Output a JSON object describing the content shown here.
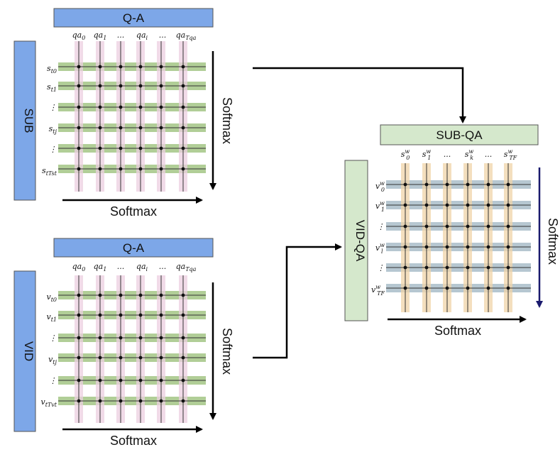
{
  "top_panel": {
    "header": "Q-A",
    "side": "SUB",
    "col_labels": [
      {
        "base": "qa",
        "sub": "0"
      },
      {
        "base": "qa",
        "sub": "1"
      },
      {
        "base": "...",
        "sub": ""
      },
      {
        "base": "qa",
        "sub": "i"
      },
      {
        "base": "...",
        "sub": ""
      },
      {
        "base": "qa",
        "sub": "Tqa"
      }
    ],
    "row_labels": [
      {
        "base": "s",
        "sub": "t0"
      },
      {
        "base": "s",
        "sub": "t1"
      },
      {
        "base": "⋮",
        "sub": ""
      },
      {
        "base": "s",
        "sub": "tj"
      },
      {
        "base": "⋮",
        "sub": ""
      },
      {
        "base": "s",
        "sub": "tTst"
      }
    ],
    "softmax_right": "Softmax",
    "softmax_bottom": "Softmax"
  },
  "bottom_panel": {
    "header": "Q-A",
    "side": "VID",
    "col_labels": [
      {
        "base": "qa",
        "sub": "0"
      },
      {
        "base": "qa",
        "sub": "1"
      },
      {
        "base": "...",
        "sub": ""
      },
      {
        "base": "qa",
        "sub": "i"
      },
      {
        "base": "...",
        "sub": ""
      },
      {
        "base": "qa",
        "sub": "Tqa"
      }
    ],
    "row_labels": [
      {
        "base": "v",
        "sub": "t0"
      },
      {
        "base": "v",
        "sub": "t1"
      },
      {
        "base": "⋮",
        "sub": ""
      },
      {
        "base": "v",
        "sub": "tj"
      },
      {
        "base": "⋮",
        "sub": ""
      },
      {
        "base": "v",
        "sub": "tTvt"
      }
    ],
    "softmax_right": "Softmax",
    "softmax_bottom": "Softmax"
  },
  "right_panel": {
    "header": "SUB-QA",
    "side": "VID-QA",
    "col_labels": [
      {
        "base": "s",
        "sub": "0",
        "sup": "w"
      },
      {
        "base": "s",
        "sub": "1",
        "sup": "w"
      },
      {
        "base": "...",
        "sub": "",
        "sup": ""
      },
      {
        "base": "s",
        "sub": "k",
        "sup": "w"
      },
      {
        "base": "...",
        "sub": "",
        "sup": ""
      },
      {
        "base": "s",
        "sub": "TF",
        "sup": "w"
      }
    ],
    "row_labels": [
      {
        "base": "v",
        "sub": "0",
        "sup": "w"
      },
      {
        "base": "v",
        "sub": "1",
        "sup": "w"
      },
      {
        "base": "⋮",
        "sub": "",
        "sup": ""
      },
      {
        "base": "v",
        "sub": "l",
        "sup": "w"
      },
      {
        "base": "⋮",
        "sub": "",
        "sup": ""
      },
      {
        "base": "v",
        "sub": "TF",
        "sup": "w"
      }
    ],
    "softmax_right": "Softmax",
    "softmax_bottom": "Softmax"
  },
  "colors": {
    "blue_box": "#7da7e8",
    "green_box": "#d5e8cc",
    "green_band": "#a3c585",
    "pink_band": "#eccfe0",
    "blue_band": "#a9bdc9",
    "tan_band": "#f0d4a8",
    "arrow_dark": "#000000",
    "arrow_navy": "#1a1a6e"
  }
}
